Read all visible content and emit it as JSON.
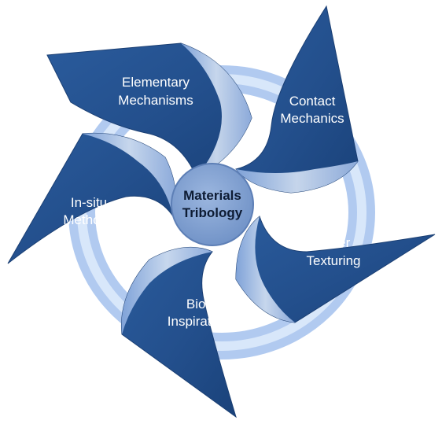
{
  "hub": {
    "line1": "Materials",
    "line2": "Tribology"
  },
  "blades": [
    {
      "line1": "Elementary",
      "line2": "Mechanisms"
    },
    {
      "line1": "Contact",
      "line2": "Mechanics"
    },
    {
      "line1": "Laser",
      "line2": "Texturing"
    },
    {
      "line1": "Bio-",
      "line2": "Inspiration"
    },
    {
      "line1": "In-situ",
      "line2": "Methods"
    }
  ],
  "colors": {
    "blade_dark": "#1f4f8e",
    "blade_light": "#3f6fae",
    "ribbon_light": "#d7e6fb",
    "ribbon_mid": "#a9c4ee",
    "hub_fill": "#7f9fd0",
    "hub_edge": "#5d7fb6"
  }
}
